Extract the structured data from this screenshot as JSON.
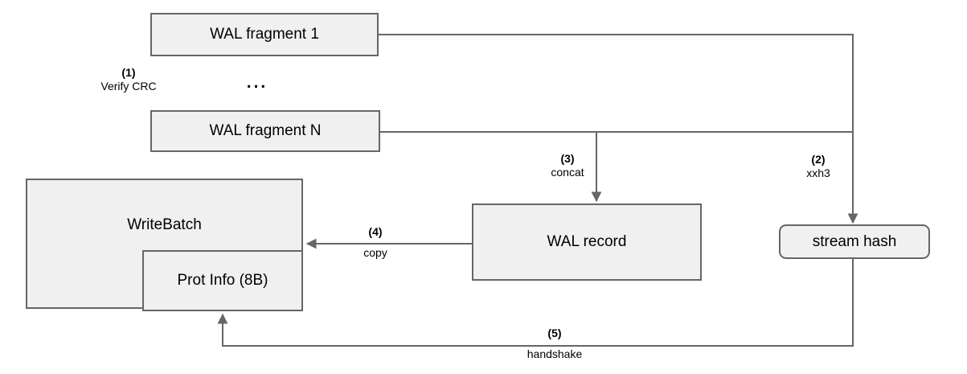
{
  "diagram": {
    "background_color": "#ffffff",
    "box_fill_color": "#f0f0f0",
    "box_border_color": "#666666",
    "connector_color": "#666666",
    "nodes": {
      "wal_fragment_1": "WAL fragment 1",
      "wal_fragment_n": "WAL fragment N",
      "ellipsis": "...",
      "write_batch": "WriteBatch",
      "prot_info": "Prot Info (8B)",
      "wal_record": "WAL record",
      "stream_hash": "stream hash"
    },
    "steps": [
      {
        "num": "(1)",
        "label": "Verify CRC"
      },
      {
        "num": "(2)",
        "label": "xxh3"
      },
      {
        "num": "(3)",
        "label": "concat"
      },
      {
        "num": "(4)",
        "label": "copy"
      },
      {
        "num": "(5)",
        "label": "handshake"
      }
    ]
  }
}
